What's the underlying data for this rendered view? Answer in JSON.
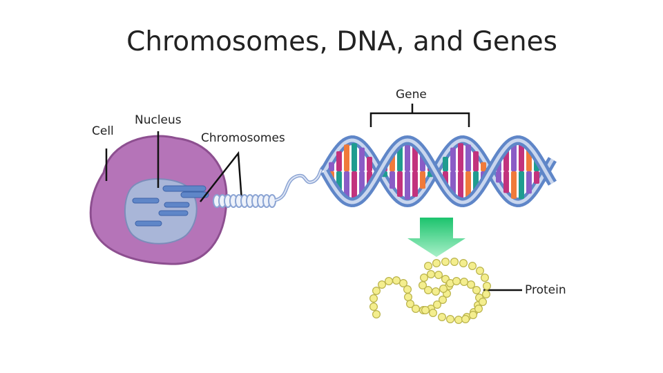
{
  "slide": {
    "title": "Chromosomes, DNA, and Genes"
  },
  "labels": {
    "cell": "Cell",
    "nucleus": "Nucleus",
    "chromosomes": "Chromosomes",
    "gene": "Gene",
    "protein": "Protein"
  },
  "colors": {
    "cell_membrane": "#b574b8",
    "cell_body": "#c07bbf",
    "nucleus": "#a9b6d8",
    "dna_backbone": "#5f86c8",
    "dna_backbone_light": "#c9d6ee",
    "base_purple": "#8a5cc6",
    "base_magenta": "#c2327d",
    "base_orange": "#f07a3a",
    "base_teal": "#1f9c8f",
    "arrow_green": "#2ecf7e",
    "protein_bead": "#f4ee8e"
  }
}
